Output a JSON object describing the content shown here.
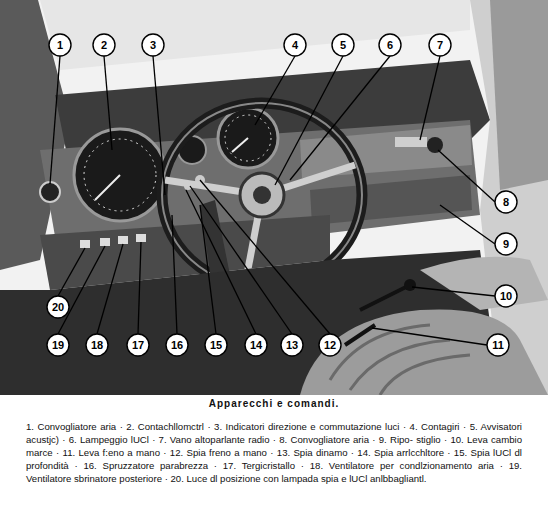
{
  "diagram": {
    "title": "Apparecchi e comandi.",
    "caption": "1. Convogliatore aria · 2. Contachllomctrl · 3. Indicatori direzione e commutazione luci · 4. Contagiri · 5. Avvisatori acustjc) · 6. Lampeggio lUCl · 7. Vano altoparlante radio · 8. Convogliatore aria · 9. Ripo- stiglio · 10. Leva cambio marce · 11. Leva f:eno a mano · 12. Spia freno a mano · 13. Spia dinamo · 14. Spia arrlcchltore · 15. Spia lUCl dl profondità · 16. Spruzzatore parabrezza · 17. Tergicristallo · 18. Ventilatore per condlzionamento aria · 19. Ventilatore sbrinatore posteriore · 20. Luce dl posizione con lampada spia e lUCl anlbbagliantl.",
    "labels": [
      "1",
      "2",
      "3",
      "4",
      "5",
      "6",
      "7",
      "8",
      "9",
      "10",
      "11",
      "12",
      "13",
      "14",
      "15",
      "16",
      "17",
      "18",
      "19",
      "20"
    ]
  }
}
